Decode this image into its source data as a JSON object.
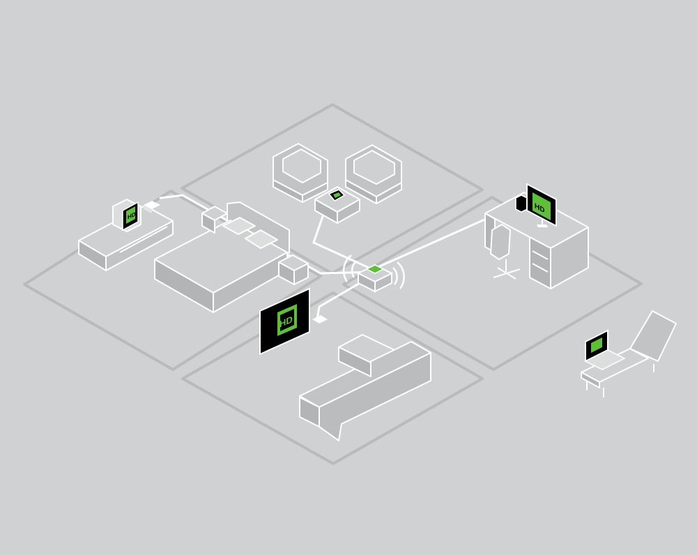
{
  "colors": {
    "background": "#d0d1d2",
    "room_outline": "#b9babb",
    "furniture_fill": "#c2c3c4",
    "furniture_top": "#cfd0d1",
    "furniture_stroke": "#ffffff",
    "cable": "#ffffff",
    "screen": "#000000",
    "accent_green": "#5fbf3a"
  },
  "devices": {
    "main_tv": {
      "label": "HD",
      "icon": "tv-icon"
    },
    "desk_monitor": {
      "label": "HD",
      "icon": "monitor-icon"
    },
    "bedroom_tv": {
      "label": "HD",
      "icon": "crt-tv-icon"
    },
    "tablet": {
      "icon": "tablet-icon"
    },
    "laptop": {
      "icon": "laptop-icon"
    },
    "hub": {
      "icon": "wireless-hub-icon"
    },
    "desktop_tower": {
      "icon": "pc-tower-icon"
    }
  },
  "rooms": [
    "living-room-top",
    "bedroom-left",
    "office-right",
    "lounge-bottom"
  ]
}
